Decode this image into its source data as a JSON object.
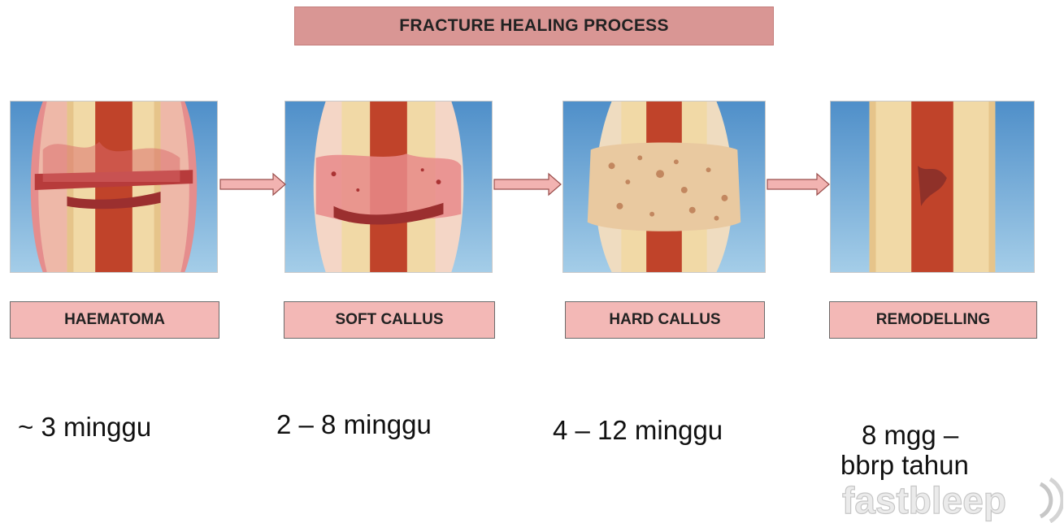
{
  "title": "FRACTURE HEALING PROCESS",
  "stages": [
    {
      "label": "HAEMATOMA",
      "image": "bone-haematoma-illustration",
      "duration": "~ 3 minggu",
      "duration_line2": ""
    },
    {
      "label": "SOFT CALLUS",
      "image": "bone-soft-callus-illustration",
      "duration": "2 – 8 minggu",
      "duration_line2": ""
    },
    {
      "label": "HARD CALLUS",
      "image": "bone-hard-callus-illustration",
      "duration": "4 – 12 minggu",
      "duration_line2": ""
    },
    {
      "label": "REMODELLING",
      "image": "bone-remodelling-illustration",
      "duration": "8 mgg –",
      "duration_line2": "bbrp tahun"
    }
  ],
  "watermark": "fastbleep",
  "colors": {
    "title_fill": "#d99694",
    "label_fill": "#f3b8b6",
    "arrow_fill": "#f2b3b1",
    "bone": "#f1d9a6",
    "marrow": "#c0432a",
    "callus": "#e88a8a",
    "background_top": "#4f8fc9",
    "background_bottom": "#9cc7e6"
  }
}
